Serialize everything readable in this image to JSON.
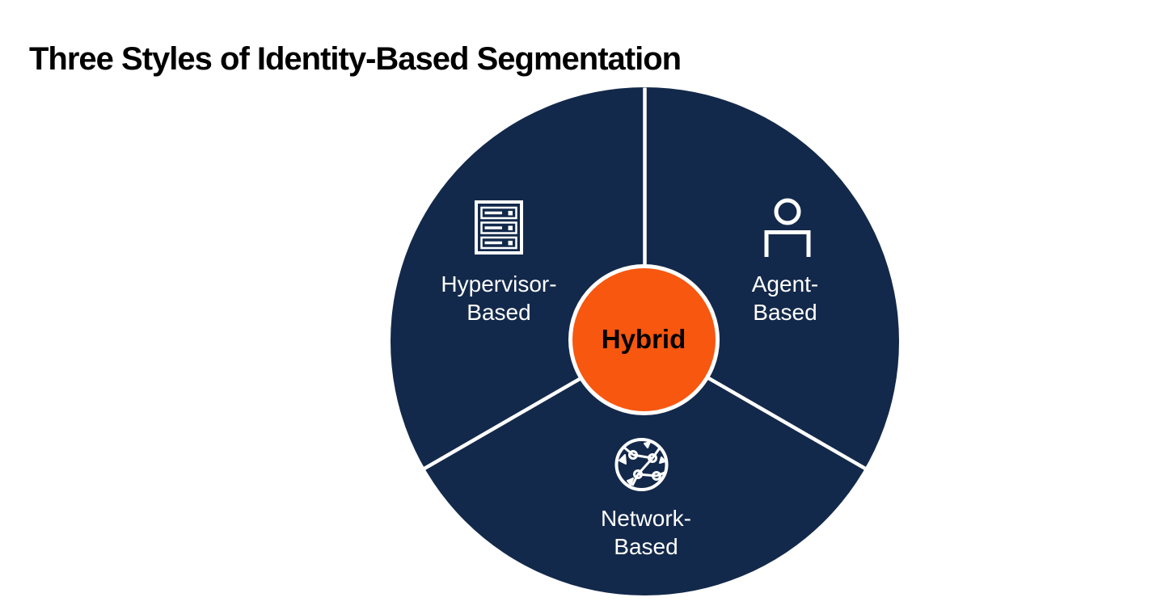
{
  "title": "Three Styles of Identity-Based Segmentation",
  "diagram": {
    "center": {
      "label": "Hybrid"
    },
    "segments": [
      {
        "id": "hypervisor",
        "label": "Hypervisor-\nBased",
        "icon": "server-rack-icon"
      },
      {
        "id": "agent",
        "label": "Agent-\nBased",
        "icon": "agent-person-icon"
      },
      {
        "id": "network",
        "label": "Network-\nBased",
        "icon": "network-globe-icon"
      }
    ],
    "colors": {
      "wheel_navy": "#13294B",
      "center_orange": "#F7570F",
      "divider_white": "#FFFFFF",
      "label_text": "#FFFFFF",
      "center_text": "#000000",
      "title_text": "#000000",
      "background": "#FFFFFF"
    }
  }
}
